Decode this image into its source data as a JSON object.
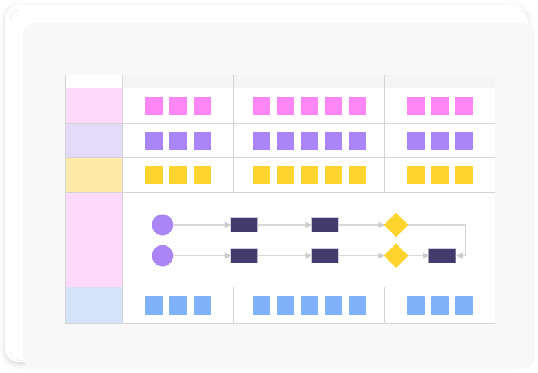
{
  "window": {
    "background": "#f8f8f9",
    "frame_border": "#ebebed"
  },
  "palette": {
    "pink": "#fd88f5",
    "purple": "#a985f5",
    "yellow": "#ffd42e",
    "blue": "#7fb2f9",
    "navy": "#433b6b",
    "row_tint_pink": "#fdd9fa",
    "row_tint_lavender": "#e4dbfa",
    "row_tint_cream": "#fde9a8",
    "row_tint_pink_large": "#fdd9fa",
    "row_tint_blue": "#d4e2fa",
    "header_fill": "#f5f5f6",
    "grid_line": "#d4d4d6",
    "connector": "#cccccc"
  },
  "table": {
    "header": {
      "corner_label": "",
      "columns": [
        {
          "name": "column-header-a",
          "label": "",
          "fill": "#f5f5f6"
        },
        {
          "name": "column-header-b",
          "label": "",
          "fill": "#f5f5f6"
        },
        {
          "name": "column-header-c",
          "label": "",
          "fill": "#f5f5f6"
        }
      ]
    },
    "rows": [
      {
        "name": "row-pink",
        "label": "",
        "label_fill": "#fdd9fa",
        "block_color": "#fd88f5",
        "counts": [
          3,
          5,
          3
        ]
      },
      {
        "name": "row-purple",
        "label": "",
        "label_fill": "#e4dbfa",
        "block_color": "#a985f5",
        "counts": [
          3,
          5,
          3
        ]
      },
      {
        "name": "row-yellow",
        "label": "",
        "label_fill": "#fde9a8",
        "block_color": "#ffd42e",
        "counts": [
          3,
          5,
          3
        ]
      },
      {
        "name": "row-flow",
        "label": "",
        "label_fill": "#fdd9fa",
        "block_color": "",
        "counts": []
      },
      {
        "name": "row-blue",
        "label": "",
        "label_fill": "#d4e2fa",
        "block_color": "#7fb2f9",
        "counts": [
          3,
          5,
          3
        ]
      }
    ]
  },
  "flow_diagram": {
    "lanes": [
      {
        "name": "flow-lane-top",
        "nodes": [
          {
            "type": "circle",
            "name": "start-node",
            "color": "#a985f5"
          },
          {
            "type": "rect",
            "name": "task-node-1",
            "color": "#433b6b"
          },
          {
            "type": "rect",
            "name": "task-node-2",
            "color": "#433b6b"
          },
          {
            "type": "diamond",
            "name": "decision-node-1",
            "color": "#ffd42e"
          }
        ]
      },
      {
        "name": "flow-lane-bottom",
        "nodes": [
          {
            "type": "circle",
            "name": "start-node",
            "color": "#a985f5"
          },
          {
            "type": "rect",
            "name": "task-node-3",
            "color": "#433b6b"
          },
          {
            "type": "rect",
            "name": "task-node-4",
            "color": "#433b6b"
          },
          {
            "type": "diamond",
            "name": "decision-node-2",
            "color": "#ffd42e"
          },
          {
            "type": "rect",
            "name": "end-task-node",
            "color": "#433b6b"
          }
        ]
      }
    ],
    "has_loopback_connector": true,
    "connector_color": "#cccccc"
  }
}
